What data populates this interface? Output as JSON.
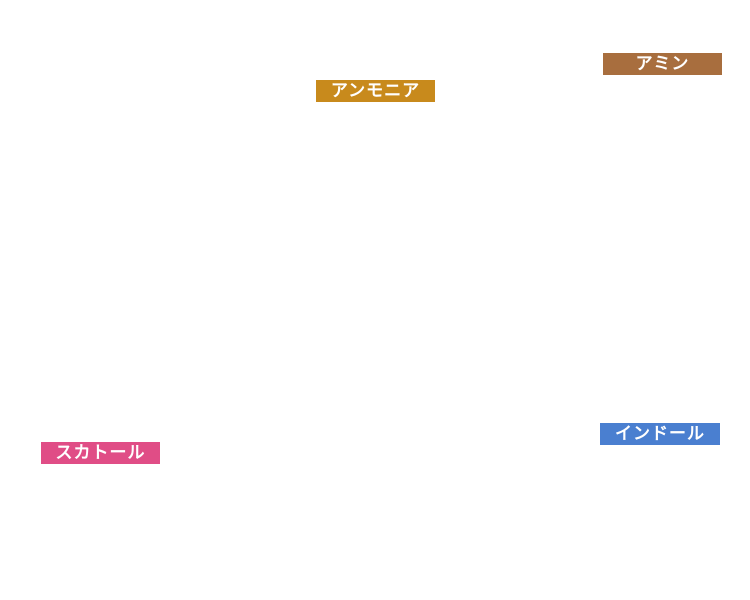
{
  "labels": [
    {
      "key": "amine",
      "text": "アミン",
      "color": "#a86e3e"
    },
    {
      "key": "ammonia",
      "text": "アンモニア",
      "color": "#c88a1c"
    },
    {
      "key": "indole",
      "text": "インドール",
      "color": "#4a7fd0"
    },
    {
      "key": "skatole",
      "text": "スカトール",
      "color": "#e04d86"
    }
  ]
}
